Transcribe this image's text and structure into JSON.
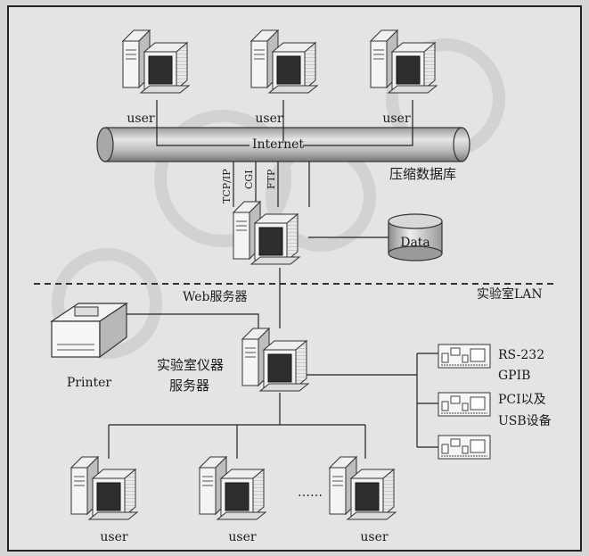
{
  "diagram": {
    "top_users": [
      "user",
      "user",
      "user"
    ],
    "internet_label": "Internet",
    "protocols": [
      "TCP/IP",
      "CGI",
      "FTP"
    ],
    "compress_db_label": "压缩数据库",
    "data_label": "Data",
    "web_server_label": "Web服务器",
    "lab_lan_label": "实验室LAN",
    "printer_label": "Printer",
    "lab_server_label_line1": "实验室仪器",
    "lab_server_label_line2": "服务器",
    "interfaces": {
      "line1": "RS-232",
      "line2": "GPIB",
      "line3": "PCI以及",
      "line4": "USB设备"
    },
    "bottom_users": [
      "user",
      "user",
      "user"
    ],
    "ellipsis": "……"
  }
}
